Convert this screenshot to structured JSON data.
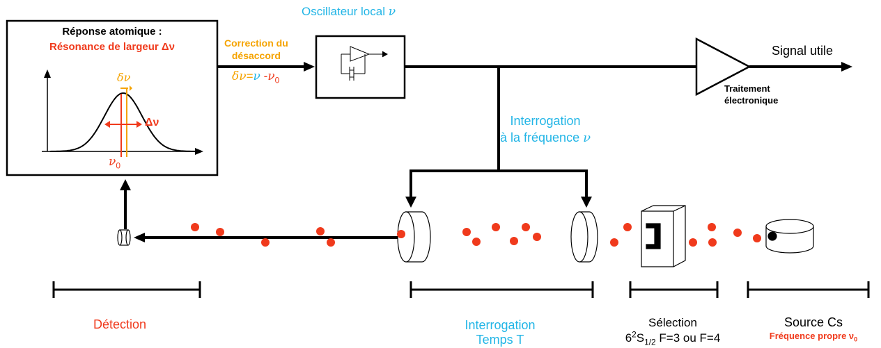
{
  "colors": {
    "cyan": "#22b5e6",
    "red": "#f03a1c",
    "orange": "#f5a300",
    "black": "#000000"
  },
  "labels": {
    "oscillator": "Oscillateur local",
    "nu": "ν",
    "signal": "Signal utile",
    "traitement_line1": "Traitement",
    "traitement_line2": "électronique",
    "interrogation_line1": "Interrogation",
    "interrogation_line2": "à la fréquence",
    "correction_line1": "Correction du",
    "correction_line2": "désaccord",
    "delta_nu": "δν",
    "equals": "=",
    "minus": "-",
    "nu0": "ν",
    "zero": "0",
    "detection": "Détection",
    "interrogation_time_line1": "Interrogation",
    "interrogation_time_line2": "Temps T",
    "selection_line1": "Sélection",
    "selection_line2_pre": "6",
    "selection_sup": "2",
    "selection_S": "S",
    "selection_sub": "1/2",
    "selection_line2_post": " F=3 ou F=4",
    "source_line1": "Source Cs",
    "source_line2": "Fréquence propre ν"
  },
  "atomic_box": {
    "title": "Réponse atomique :",
    "subtitle": "Résonance de largeur Δν",
    "delta_nu_small": "δν",
    "width_label": "Δν",
    "center_label": "ν",
    "center_sub": "0"
  }
}
